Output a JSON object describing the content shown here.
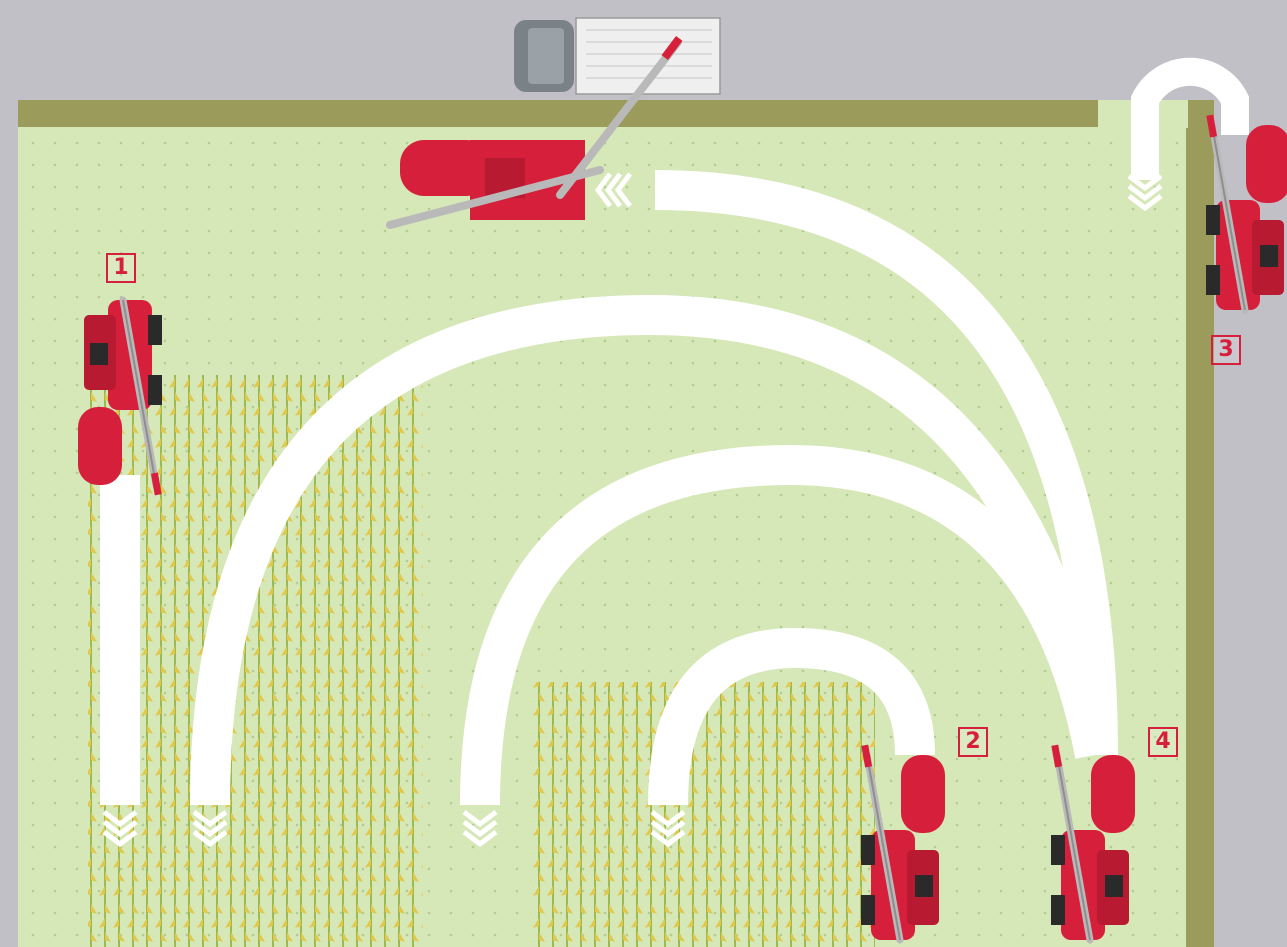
{
  "diagram": {
    "type": "harvest-route-diagram",
    "markers": [
      {
        "id": "1",
        "label": "1"
      },
      {
        "id": "2",
        "label": "2"
      },
      {
        "id": "3",
        "label": "3"
      },
      {
        "id": "4",
        "label": "4"
      }
    ],
    "colors": {
      "road": "#c1c0c7",
      "field_border": "#9b9b5b",
      "field": "#d6e7b8",
      "field_dot": "#b2cc92",
      "crop": "#e2c74a",
      "crop_stem": "#9cba52",
      "machine_red": "#d61f3a",
      "machine_dark": "#2a2a2a",
      "auger": "#b9b9b9",
      "route_arrow": "#ffffff",
      "marker": "#d61f3a"
    },
    "icons": [
      "truck-icon",
      "grain-bagger-icon",
      "combine-harvester-icon",
      "chevron-arrow-icon"
    ]
  }
}
